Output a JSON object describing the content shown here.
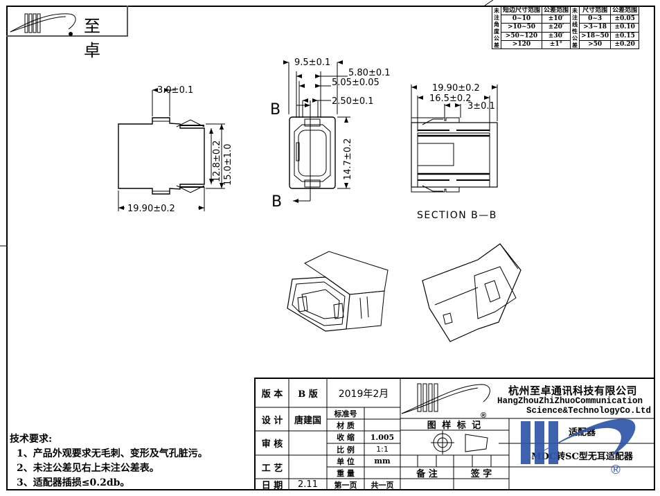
{
  "logo": {
    "brand_cn": "至卓",
    "registered_mark": "®"
  },
  "tolerance_table": {
    "angle_label": [
      "未",
      "注",
      "角",
      "度",
      "公",
      "差"
    ],
    "angle_headers": [
      "短边尺寸范围",
      "公差范围"
    ],
    "angle_rows": [
      [
        "0~10",
        "±10′"
      ],
      [
        ">10~50",
        "±20′"
      ],
      [
        ">50~120",
        "±30′"
      ],
      [
        ">120",
        "±1°"
      ]
    ],
    "linear_label": [
      "未",
      "注",
      "线",
      "性",
      "公",
      "差"
    ],
    "linear_headers": [
      "尺寸范围",
      "公差范围"
    ],
    "linear_rows": [
      [
        "0~3",
        "±0.05"
      ],
      [
        ">3~18",
        "±0.10"
      ],
      [
        ">18~50",
        "±0.15"
      ],
      [
        ">50",
        "±0.20"
      ]
    ]
  },
  "views": {
    "side_view": {
      "dims": {
        "tab_width": "3.0±0.1",
        "inner_height": "12.8±0.2",
        "outer_height": "15.0±1.0",
        "length": "19.90±0.2"
      }
    },
    "front_view": {
      "dims": {
        "width": "9.5±0.1",
        "d1": "5.80±0.1",
        "d2": "5.05±0.05",
        "d3": "2.50±0.1",
        "height": "14.7±0.2"
      },
      "section_mark": "B"
    },
    "section_view": {
      "dims": {
        "length": "19.90±0.2",
        "inner": "16.5±0.2",
        "slot": "3±0.1"
      },
      "caption": "SECTION B—B"
    }
  },
  "requirements": {
    "title": "技术要求:",
    "items": [
      "1、产品外观要求无毛刺、变形及气孔脏污。",
      "2、未注公差见右上未注公差表。",
      "3、适配器插损≤0.2db。"
    ]
  },
  "title_block": {
    "version_label": "版 本",
    "version_value": "B 版",
    "date_top": "2019年2月",
    "design_label": "设 计",
    "designer": "唐建国",
    "review_label": "审 核",
    "process_label": "工 艺",
    "date_label": "日 期",
    "date_value": "2.11",
    "standard_label": "标准号",
    "material_label": "材 质",
    "shrink_label": "收 缩",
    "shrink_value": "1.005",
    "scale_label": "比 例",
    "scale_value": "1:1",
    "unit_label": "单 位",
    "unit_value": "mm",
    "weight_label": "重 量",
    "page_label": "第一页",
    "total_label": "共一页",
    "pattern_mark_label": "图 样 标 记",
    "remark_label": "备 注",
    "sign_label": "签 字",
    "company_cn": "杭州至卓通讯科技有限公司",
    "company_en_1": "HangZhouZhiZhuoCommunication",
    "company_en_2": "Science&TechnologyCo.Ltd",
    "part_category": "适配器",
    "part_name": "MDC转SC型无耳适配器",
    "watermark_mark": "®"
  },
  "colors": {
    "watermark_blue": "#2e55a8",
    "line": "#000000"
  }
}
